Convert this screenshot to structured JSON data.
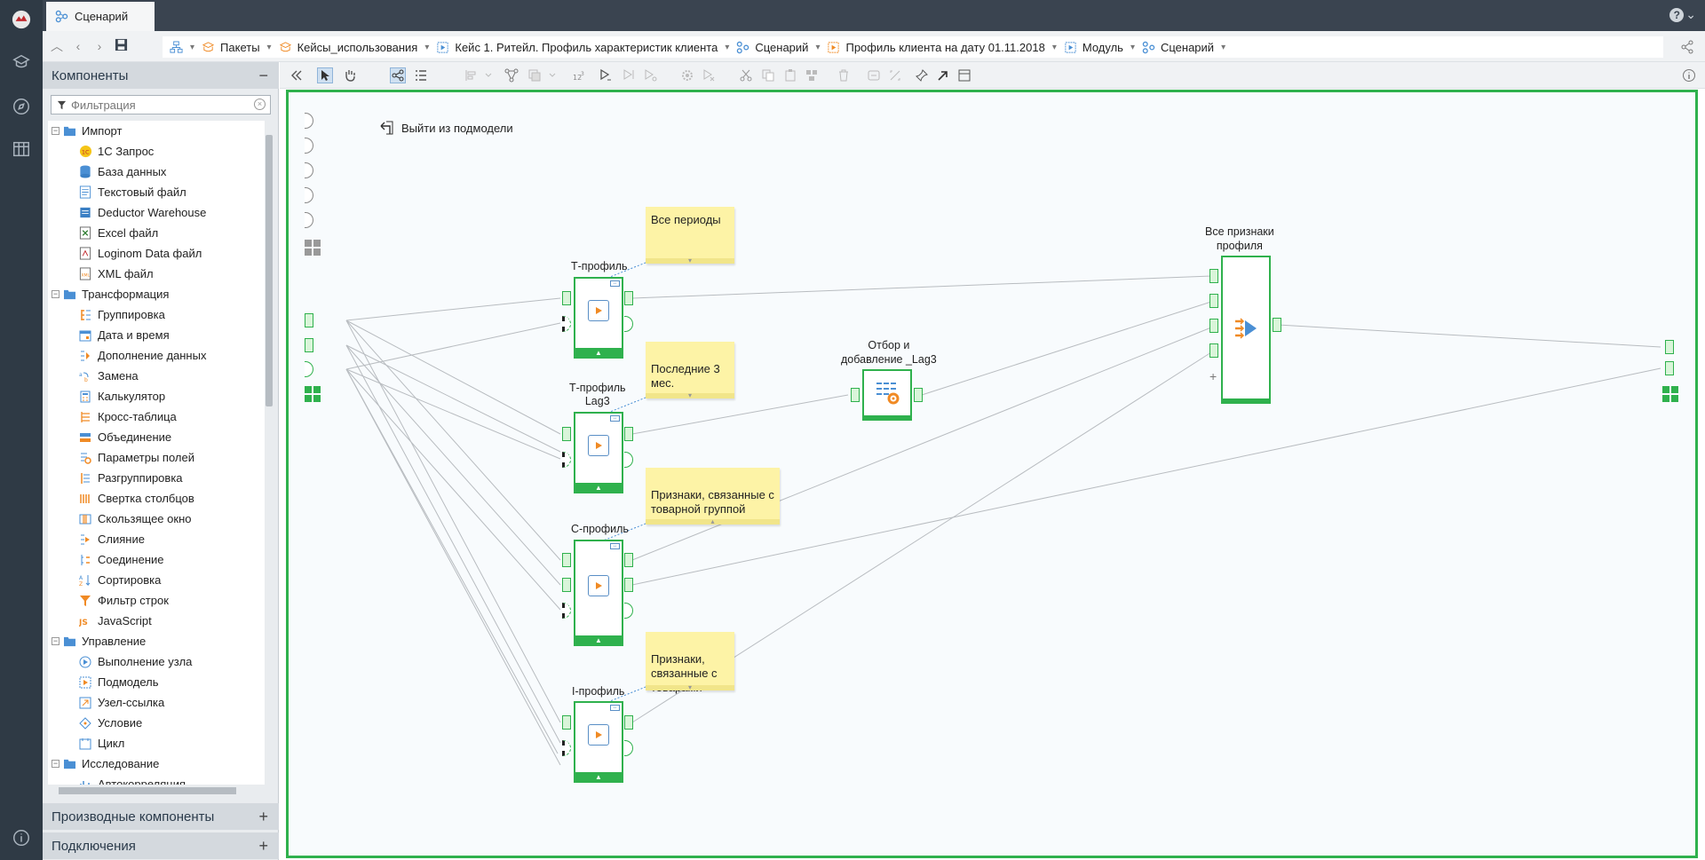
{
  "window": {
    "tab_title": "Сценарий",
    "help_label": "?"
  },
  "breadcrumbs": [
    {
      "label": "Пакеты"
    },
    {
      "label": "Кейсы_использования"
    },
    {
      "label": "Кейс 1. Ритейл. Профиль характеристик клиента"
    },
    {
      "label": "Сценарий"
    },
    {
      "label": "Профиль клиента на дату 01.11.2018"
    },
    {
      "label": "Модуль"
    },
    {
      "label": "Сценарий"
    }
  ],
  "left_panel": {
    "title": "Компоненты",
    "filter_placeholder": "Фильтрация",
    "groups": [
      {
        "label": "Импорт",
        "items": [
          "1С Запрос",
          "База данных",
          "Текстовый файл",
          "Deductor Warehouse",
          "Excel файл",
          "Loginom Data файл",
          "XML файл"
        ]
      },
      {
        "label": "Трансформация",
        "items": [
          "Группировка",
          "Дата и время",
          "Дополнение данных",
          "Замена",
          "Калькулятор",
          "Кросс-таблица",
          "Объединение",
          "Параметры полей",
          "Разгруппировка",
          "Свертка столбцов",
          "Скользящее окно",
          "Слияние",
          "Соединение",
          "Сортировка",
          "Фильтр строк",
          "JavaScript"
        ]
      },
      {
        "label": "Управление",
        "items": [
          "Выполнение узла",
          "Подмодель",
          "Узел-ссылка",
          "Условие",
          "Цикл"
        ]
      },
      {
        "label": "Исследование",
        "items": [
          "Автокорреляция"
        ]
      }
    ],
    "derived_title": "Производные компоненты",
    "connections_title": "Подключения"
  },
  "canvas": {
    "exit_label": "Выйти из подмодели",
    "nodes": {
      "t_profile": "Т-профиль",
      "t_profile_lag3": "Т-профиль\nLag3",
      "c_profile": "С-профиль",
      "i_profile": "I-профиль",
      "select_lag3": "Отбор и\nдобавление _Lag3",
      "all_features": "Все признаки\nпрофиля"
    },
    "notes": {
      "all_periods": "Все периоды",
      "last_3_months": "Последние 3\nмес.",
      "product_group": "Признаки, связанные с\nтоварной группой",
      "products": "Признаки,\nсвязанные с\nтоварами"
    }
  },
  "colors": {
    "accent_green": "#2fb14d",
    "rail_bg": "#2f3a45",
    "note_yellow": "#fdf3a6",
    "icon_orange": "#f08a24",
    "icon_blue": "#4a8fd4"
  }
}
